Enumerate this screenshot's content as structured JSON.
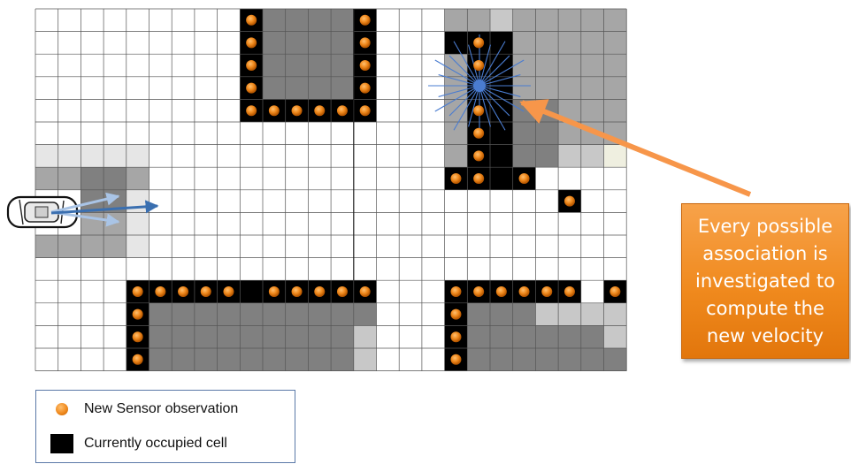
{
  "callout": {
    "line1": "Every possible",
    "line2": "association is",
    "line3": "investigated to",
    "line4": "compute the",
    "line5": "new velocity"
  },
  "legend": {
    "sensor_label": "New Sensor observation",
    "occupied_label": "Currently occupied cell"
  },
  "colors": {
    "occupied": "#000000",
    "dark_gray": "#808080",
    "medium_gray": "#a6a6a6",
    "light_gray": "#c8c8c8",
    "lighter_gray": "#e6e6e6",
    "sensor_dot": "#f08a1e",
    "arrow_orange": "#f7964a",
    "velocity_blue": "#3a6fb0",
    "starburst_blue": "#4a7cd0",
    "grid_line": "#555555"
  },
  "icons": [
    "car-icon",
    "sensor-observation-icon",
    "occupied-cell-icon",
    "velocity-starburst-icon"
  ]
}
